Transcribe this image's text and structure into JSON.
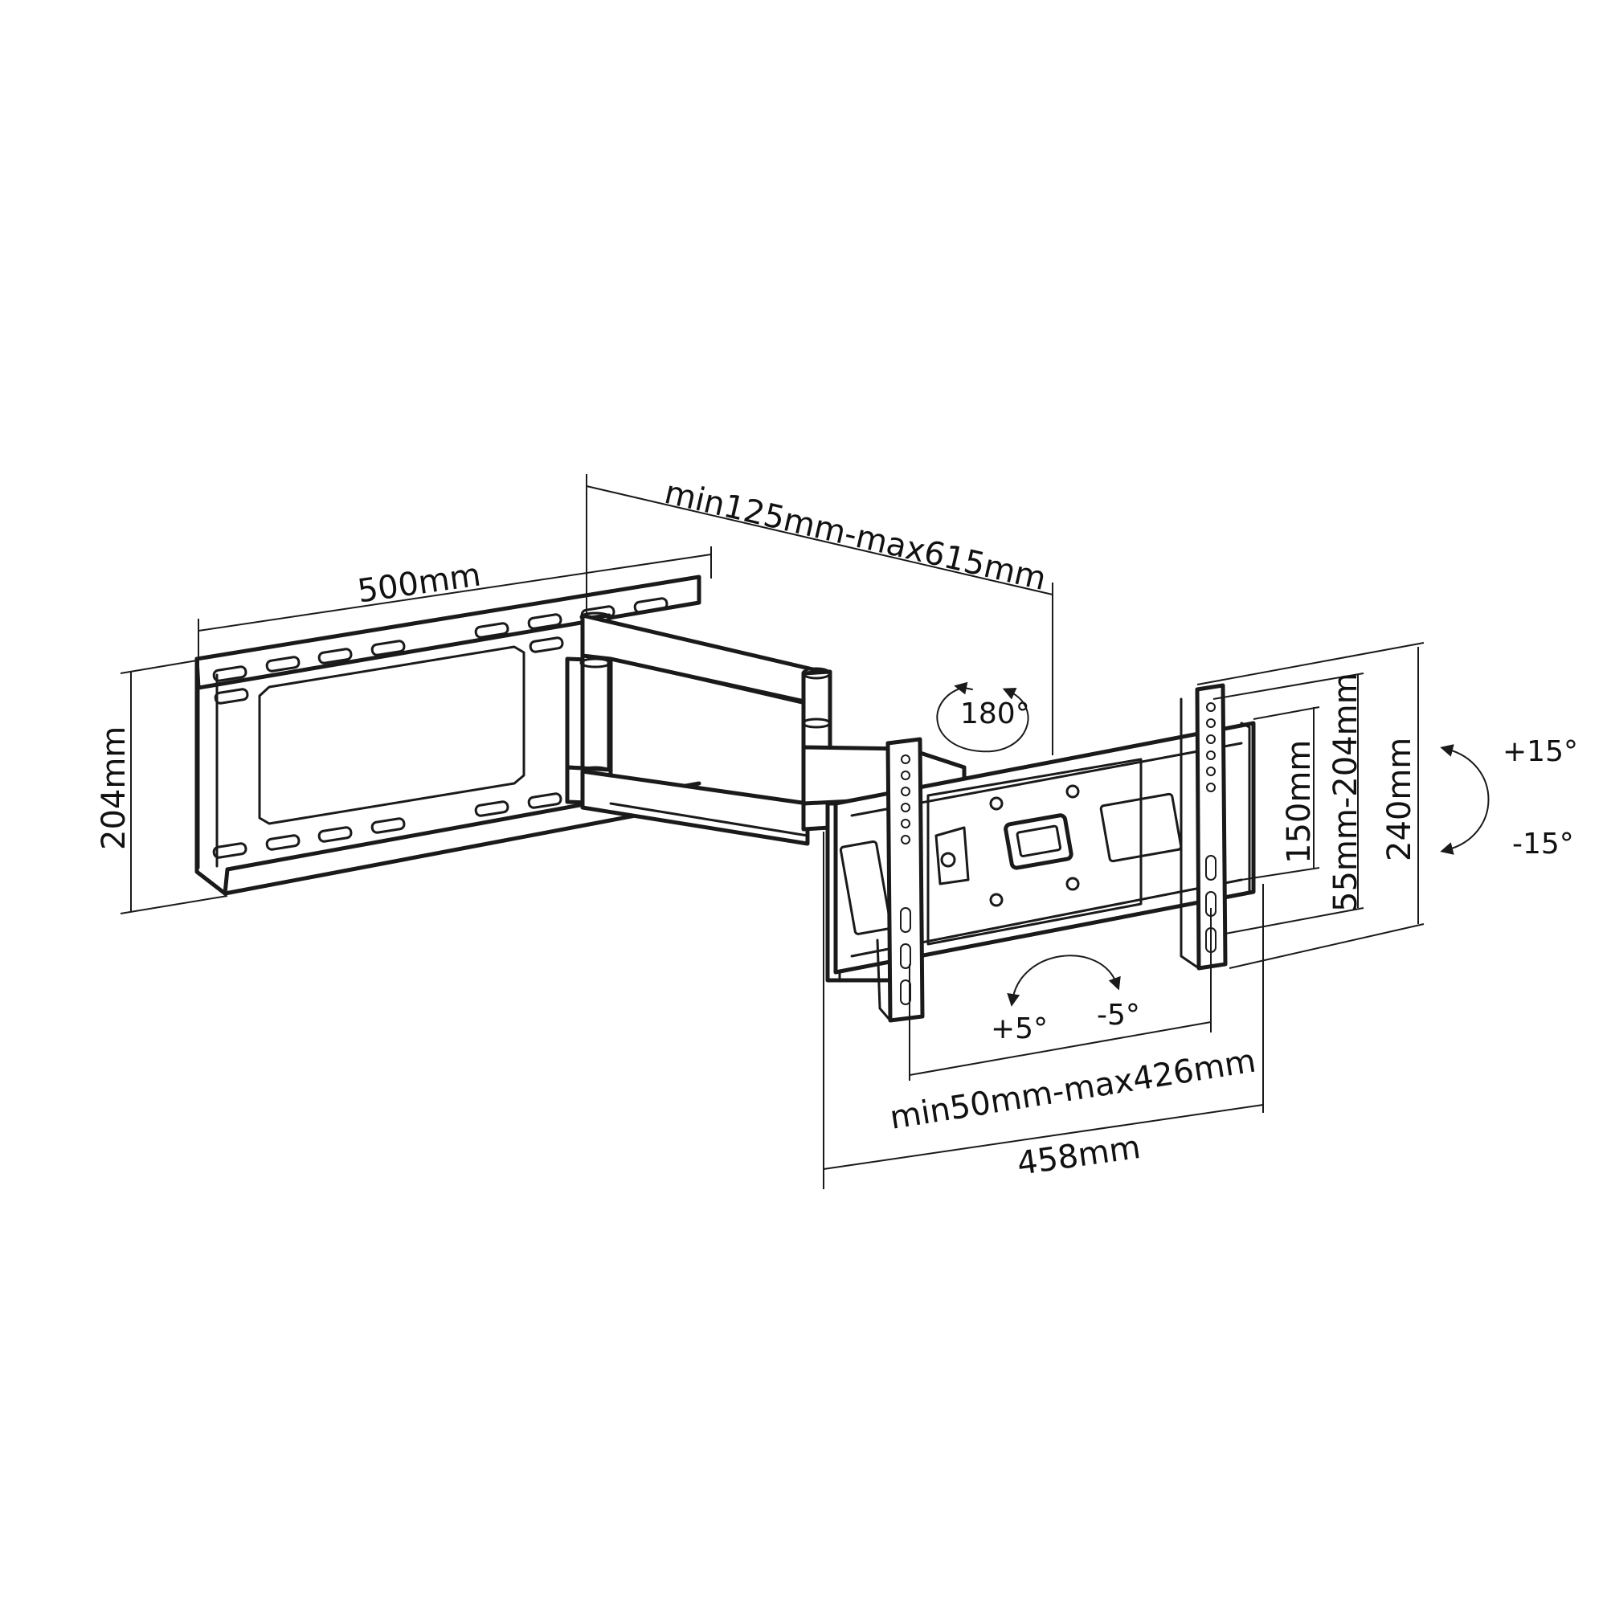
{
  "dimensions": {
    "wall_plate_width": "500mm",
    "wall_plate_height": "204mm",
    "arm_extension": "min125mm-max615mm",
    "vesa_horizontal_range": "min50mm-max426mm",
    "tv_bracket_width": "458mm",
    "tv_bracket_height": "240mm",
    "rail_hole_range": "55mm-204mm",
    "center_plate_height": "150mm"
  },
  "angles": {
    "swivel": "180°",
    "tilt_up": "+15°",
    "tilt_down": "-15°",
    "rotate_plus": "+5°",
    "rotate_minus": "-5°"
  }
}
